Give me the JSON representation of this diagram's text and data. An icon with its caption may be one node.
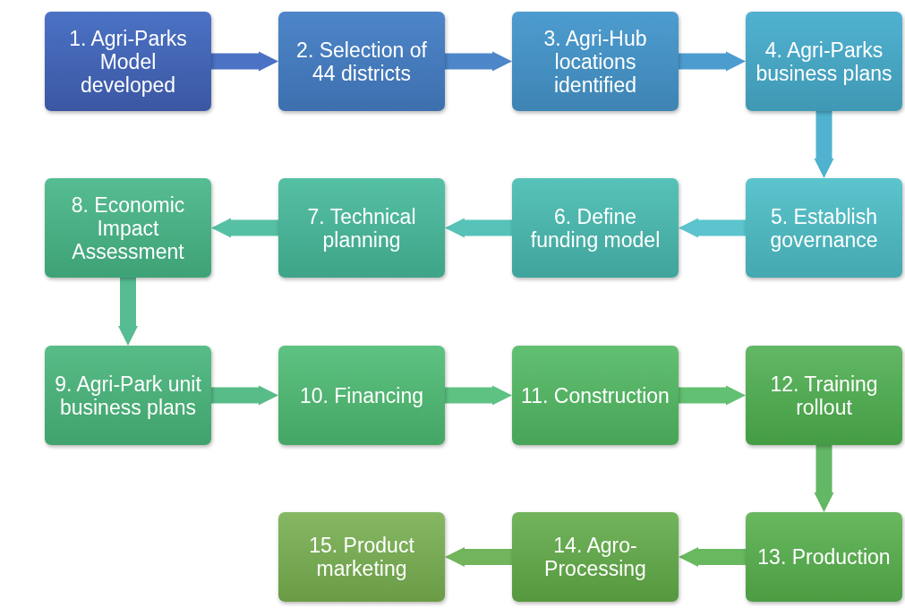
{
  "diagram": {
    "nodes": [
      {
        "text": [
          "1. Agri-Parks Model developed"
        ]
      },
      {
        "text": [
          "2. Selection of 44 districts"
        ]
      },
      {
        "text": [
          "3. Agri-Hub locations identified"
        ]
      },
      {
        "text": [
          "4. Agri-Parks business plans"
        ]
      },
      {
        "text": [
          "5. Establish governance"
        ]
      },
      {
        "text": [
          "6. Define funding model"
        ]
      },
      {
        "text": [
          "7. Technical planning"
        ]
      },
      {
        "text": [
          "8. Economic Impact Assessment"
        ]
      },
      {
        "text": [
          "9. Agri-Park unit business plans"
        ]
      },
      {
        "text": [
          "10. Financing"
        ]
      },
      {
        "text": [
          "11. Construction"
        ]
      },
      {
        "text": [
          "12. Training rollout"
        ]
      },
      {
        "text": [
          "13. Production"
        ]
      },
      {
        "text": [
          "14. Agro-Processing"
        ]
      },
      {
        "text": [
          "15. Product marketing"
        ]
      }
    ],
    "edges": [
      {
        "from": 0,
        "to": 1,
        "arrow": "to",
        "color": "#4b72c4"
      },
      {
        "from": 1,
        "to": 2,
        "arrow": "to",
        "color": "#4d86c9"
      },
      {
        "from": 2,
        "to": 3,
        "arrow": "to",
        "color": "#4d9ccf"
      },
      {
        "from": 3,
        "to": 4,
        "arrow": "to",
        "color": "#50b2d0"
      },
      {
        "from": 4,
        "to": 5,
        "arrow": "to",
        "color": "#5bc4cc"
      },
      {
        "from": 5,
        "to": 6,
        "arrow": "to",
        "color": "#57c2b8"
      },
      {
        "from": 6,
        "to": 7,
        "arrow": "to",
        "color": "#56c0a4"
      },
      {
        "from": 7,
        "to": 8,
        "arrow": "to",
        "color": "#56bc92"
      },
      {
        "from": 8,
        "to": 9,
        "arrow": "to",
        "color": "#58bc88"
      },
      {
        "from": 9,
        "to": 10,
        "arrow": "to",
        "color": "#5ec282"
      },
      {
        "from": 10,
        "to": 11,
        "arrow": "to",
        "color": "#62c072"
      },
      {
        "from": 11,
        "to": 12,
        "arrow": "to",
        "color": "#62b864"
      },
      {
        "from": 12,
        "to": 13,
        "arrow": "to",
        "color": "#68b860"
      },
      {
        "from": 13,
        "to": 14,
        "arrow": "to",
        "color": "#72b45c"
      }
    ]
  }
}
